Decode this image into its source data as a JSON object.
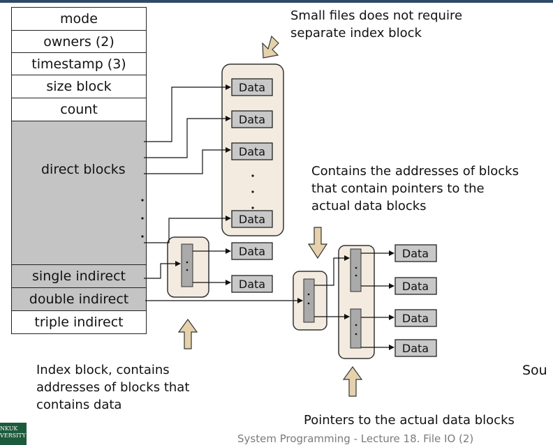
{
  "inode": {
    "rows": [
      "mode",
      "owners (2)",
      "timestamp (3)",
      "size block",
      "count",
      "direct blocks",
      "single indirect",
      "double indirect",
      "triple indirect"
    ]
  },
  "data_label": "Data",
  "annotations": {
    "small_files": [
      "Small files  does not require",
      "separate index block"
    ],
    "contains_addresses": [
      "Contains the addresses of blocks",
      "that contain pointers to the",
      "actual data blocks"
    ],
    "index_block": [
      "Index block, contains",
      "addresses of blocks that",
      "contains data"
    ],
    "pointers": "Pointers to the actual data blocks",
    "sou": "Sou"
  },
  "footer": "System Programming - Lecture 18. File IO (2)",
  "logo_text": [
    "NKUK",
    "VERSITY"
  ],
  "colors": {
    "topbar": "#2f4a66",
    "gray_cells": "#c4c4c4",
    "data_box": "#c8c8c8",
    "block_fill": "#f3ebdf",
    "arrow_fill": "#e5d2ad"
  }
}
